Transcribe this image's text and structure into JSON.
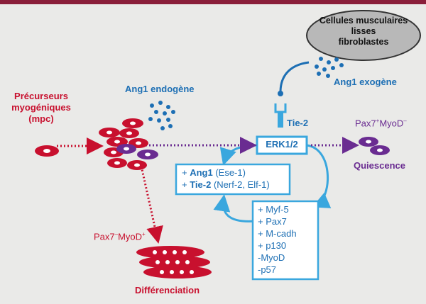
{
  "colors": {
    "red": "#c8102e",
    "blue": "#1d6fb4",
    "purple": "#6a2c91",
    "frame": "#3aa7de",
    "cloud": "#b8b8b8"
  },
  "labels": {
    "precursors": [
      "Précurseurs",
      "myogéniques",
      "(mpc)"
    ],
    "ang_endogene": "Ang1 endogène",
    "ang_exogene": "Ang1 exogène",
    "tie2": "Tie-2",
    "erk": "ERK1/2",
    "cloud": [
      "Cellules musculaires",
      "lisses",
      "fibroblastes"
    ],
    "pax_quiescence": {
      "pax": "Pax7",
      "pax_sup": "+",
      "myod": "MyoD",
      "myod_sup": "–"
    },
    "quiescence": "Quiescence",
    "pax_diff": {
      "pax": "Pax7",
      "pax_sup": "–",
      "myod": "MyoD",
      "myod_sup": "+"
    },
    "differenciation": "Différenciation"
  },
  "box_upper": [
    {
      "prefix": "+ ",
      "gene": "Ang1",
      "detail": " (Ese-1)"
    },
    {
      "prefix": "+ ",
      "gene": "Tie-2",
      "detail": " (Nerf-2, Elf-1)"
    }
  ],
  "box_lower": [
    "+ Myf-5",
    "+ Pax7",
    "+ M-cadh",
    "+ p130",
    "-MyoD",
    "-p57"
  ]
}
